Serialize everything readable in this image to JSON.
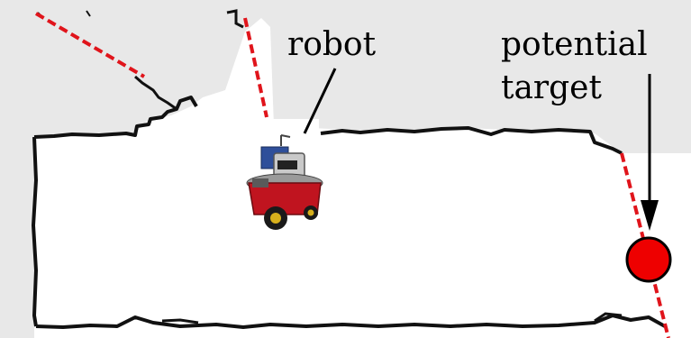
{
  "labels": {
    "robot": "robot",
    "target_line1": "potential",
    "target_line2": "target"
  },
  "colors": {
    "unknown_area": "#e8e8e8",
    "free_space": "#ffffff",
    "walls": "#111111",
    "laser_ray": "#e0141b",
    "target": "#ee0000",
    "robot_body": "#c0141f",
    "robot_sensor": "#2f4f9a"
  },
  "icons": {
    "robot": "mobile-robot-icon",
    "target": "red-circle-target-icon"
  }
}
